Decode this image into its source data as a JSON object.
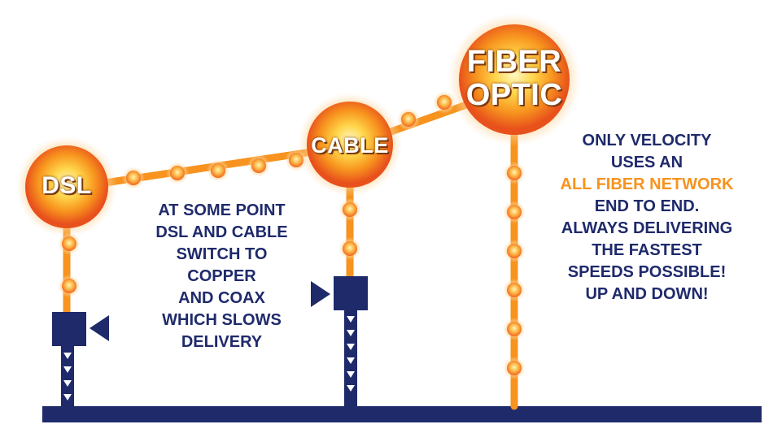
{
  "nodes": {
    "dsl": "DSL",
    "cable": "CABLE",
    "fiber_line1": "FIBER",
    "fiber_line2": "OPTIC"
  },
  "copper_note": [
    "AT SOME POINT",
    "DSL AND CABLE",
    "SWITCH TO",
    "COPPER",
    "AND COAX",
    "WHICH SLOWS",
    "DELIVERY"
  ],
  "velocity_note": {
    "line1": "ONLY VELOCITY",
    "line2": "USES AN",
    "highlight": "ALL FIBER NETWORK",
    "line4": "END TO END.",
    "line5": "ALWAYS DELIVERING",
    "line6": "THE FASTEST",
    "line7": "SPEEDS POSSIBLE!",
    "line8": "UP AND DOWN!"
  },
  "colors": {
    "navy": "#1f2a6b",
    "orange": "#f7931e",
    "glow_core": "#fff3a0",
    "glow_outer": "#f26522"
  }
}
